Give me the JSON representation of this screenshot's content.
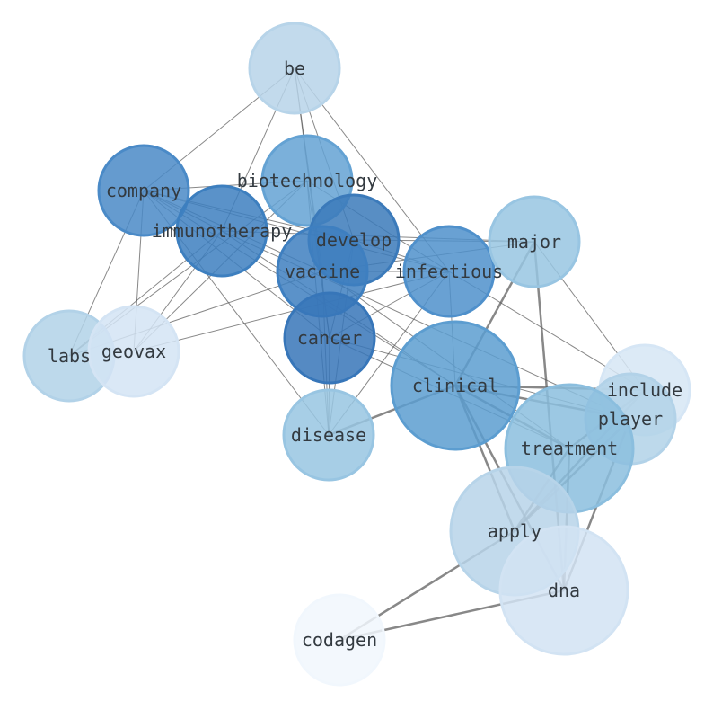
{
  "nodes": [
    {
      "id": "be",
      "label": "be",
      "color": "#b7d4e9",
      "big": false
    },
    {
      "id": "company",
      "label": "company",
      "color": "#4a8ac7",
      "big": false
    },
    {
      "id": "biotechnology",
      "label": "biotechnology",
      "color": "#64a2d3",
      "big": false
    },
    {
      "id": "immunotherapy",
      "label": "immunotherapy",
      "color": "#3d7fbf",
      "big": false
    },
    {
      "id": "develop",
      "label": "develop",
      "color": "#3b7aba",
      "big": false
    },
    {
      "id": "vaccine",
      "label": "vaccine",
      "color": "#3e7fc0",
      "big": false
    },
    {
      "id": "infectious",
      "label": "infectious",
      "color": "#4f90cb",
      "big": false
    },
    {
      "id": "major",
      "label": "major",
      "color": "#98c5e2",
      "big": false
    },
    {
      "id": "labs",
      "label": "labs",
      "color": "#b2d2e8",
      "big": false
    },
    {
      "id": "geovax",
      "label": "geovax",
      "color": "#d4e4f4",
      "big": false
    },
    {
      "id": "cancer",
      "label": "cancer",
      "color": "#3776b9",
      "big": false
    },
    {
      "id": "clinical",
      "label": "clinical",
      "color": "#5c9dd0",
      "big": true
    },
    {
      "id": "disease",
      "label": "disease",
      "color": "#98c5e2",
      "big": false
    },
    {
      "id": "include",
      "label": "include",
      "color": "#d6e6f5",
      "big": false
    },
    {
      "id": "player",
      "label": "player",
      "color": "#b2d2e8",
      "big": false
    },
    {
      "id": "treatment",
      "label": "treatment",
      "color": "#8bbede",
      "big": true
    },
    {
      "id": "apply",
      "label": "apply",
      "color": "#b7d4e9",
      "big": true
    },
    {
      "id": "dna",
      "label": "dna",
      "color": "#d2e3f3",
      "big": true
    },
    {
      "id": "codagen",
      "label": "codagen",
      "color": "#f1f7fd",
      "big": false
    }
  ],
  "edges": [
    [
      "clinical",
      "treatment",
      2
    ],
    [
      "clinical",
      "apply",
      2
    ],
    [
      "clinical",
      "dna",
      2
    ],
    [
      "clinical",
      "disease",
      2
    ],
    [
      "major",
      "clinical",
      2
    ],
    [
      "major",
      "dna",
      2
    ],
    [
      "treatment",
      "apply",
      2
    ],
    [
      "treatment",
      "dna",
      2
    ],
    [
      "codagen",
      "apply",
      2
    ],
    [
      "codagen",
      "dna",
      2
    ],
    [
      "player",
      "apply",
      2
    ],
    [
      "include",
      "apply",
      2
    ],
    [
      "player",
      "dna",
      2
    ],
    [
      "include",
      "treatment",
      2
    ],
    [
      "clinical",
      "include",
      2
    ],
    [
      "clinical",
      "player",
      2
    ],
    [
      "be",
      "company",
      1
    ],
    [
      "be",
      "develop",
      1
    ],
    [
      "be",
      "vaccine",
      1
    ],
    [
      "be",
      "infectious",
      1
    ],
    [
      "be",
      "immunotherapy",
      1
    ],
    [
      "be",
      "cancer",
      1
    ],
    [
      "company",
      "immunotherapy",
      1
    ],
    [
      "company",
      "biotechnology",
      1
    ],
    [
      "company",
      "develop",
      1
    ],
    [
      "company",
      "vaccine",
      1
    ],
    [
      "company",
      "labs",
      1
    ],
    [
      "company",
      "geovax",
      1
    ],
    [
      "company",
      "disease",
      1
    ],
    [
      "company",
      "infectious",
      1
    ],
    [
      "company",
      "cancer",
      1
    ],
    [
      "company",
      "clinical",
      1
    ],
    [
      "immunotherapy",
      "labs",
      1
    ],
    [
      "immunotherapy",
      "geovax",
      1
    ],
    [
      "immunotherapy",
      "major",
      1
    ],
    [
      "immunotherapy",
      "clinical",
      1
    ],
    [
      "immunotherapy",
      "player",
      1
    ],
    [
      "biotechnology",
      "labs",
      1
    ],
    [
      "biotechnology",
      "geovax",
      1
    ],
    [
      "biotechnology",
      "infectious",
      1
    ],
    [
      "biotechnology",
      "cancer",
      1
    ],
    [
      "biotechnology",
      "disease",
      1
    ],
    [
      "develop",
      "major",
      1
    ],
    [
      "develop",
      "cancer",
      1
    ],
    [
      "develop",
      "disease",
      1
    ],
    [
      "develop",
      "infectious",
      1
    ],
    [
      "vaccine",
      "major",
      1
    ],
    [
      "vaccine",
      "infectious",
      1
    ],
    [
      "vaccine",
      "disease",
      1
    ],
    [
      "vaccine",
      "labs",
      1
    ],
    [
      "vaccine",
      "treatment",
      1
    ],
    [
      "infectious",
      "cancer",
      1
    ],
    [
      "infectious",
      "disease",
      1
    ],
    [
      "infectious",
      "clinical",
      1
    ],
    [
      "infectious",
      "include",
      1
    ],
    [
      "infectious",
      "geovax",
      1
    ],
    [
      "cancer",
      "treatment",
      1
    ],
    [
      "cancer",
      "player",
      1
    ],
    [
      "cancer",
      "disease",
      1
    ],
    [
      "major",
      "include",
      1
    ]
  ]
}
